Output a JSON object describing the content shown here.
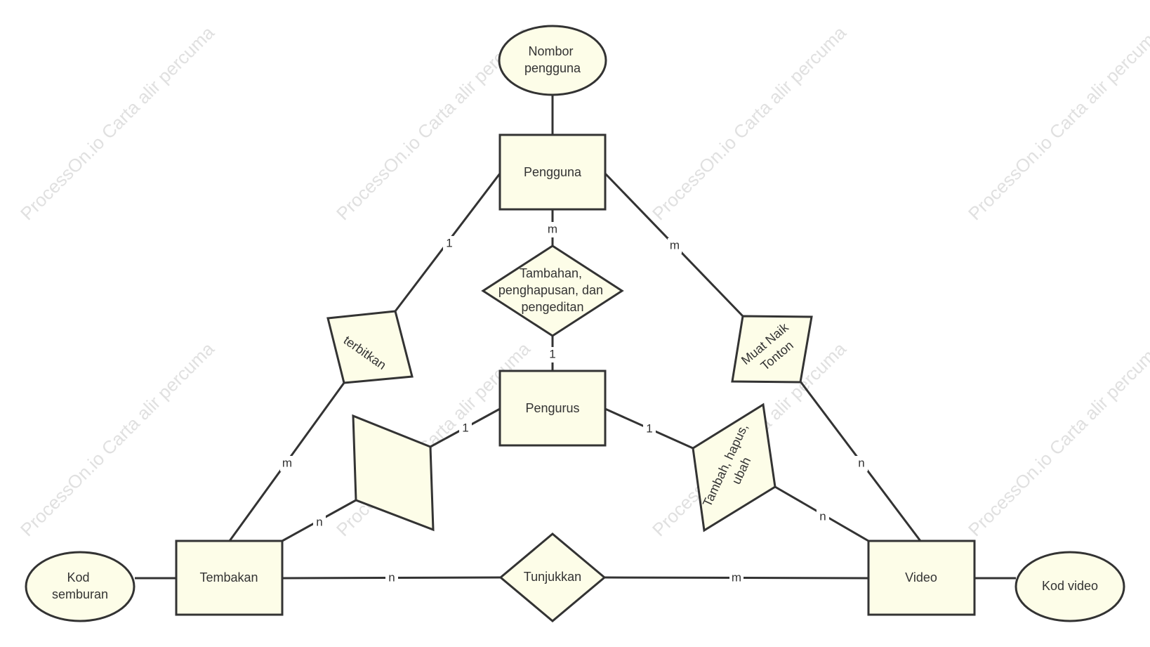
{
  "watermark": "ProcessOn.io Carta alir percuma",
  "colors": {
    "fill": "#fdfde8",
    "stroke": "#333333"
  },
  "nodes": {
    "nombor_pengguna": [
      "Nombor",
      "pengguna"
    ],
    "pengguna": [
      "Pengguna"
    ],
    "tambahan": [
      "Tambahan,",
      "penghapusan, dan",
      "pengeditan"
    ],
    "terbitkan": [
      "terbitkan"
    ],
    "muat_naik": [
      "Muat Naik",
      "Tonton"
    ],
    "pengurus": [
      "Pengurus"
    ],
    "blank_parallelogram": [],
    "tambah_hapus": [
      "Tambah, hapus,",
      "ubah"
    ],
    "kod_semburan": [
      "Kod",
      "semburan"
    ],
    "tembakan": [
      "Tembakan"
    ],
    "tunjukkan": [
      "Tunjukkan"
    ],
    "video": [
      "Video"
    ],
    "kod_video": [
      "Kod video"
    ]
  },
  "cardinalities": {
    "pengguna_terbitkan": "1",
    "pengguna_tambahan": "m",
    "pengguna_muatnaik": "m",
    "tambahan_pengurus": "1",
    "terbitkan_tembakan": "m",
    "pengurus_blank": "1",
    "pengurus_tambahhapus": "1",
    "muatnaik_video": "n",
    "blank_tembakan": "n",
    "tambahhapus_video": "n",
    "tembakan_tunjukkan": "n",
    "tunjukkan_video": "m"
  }
}
